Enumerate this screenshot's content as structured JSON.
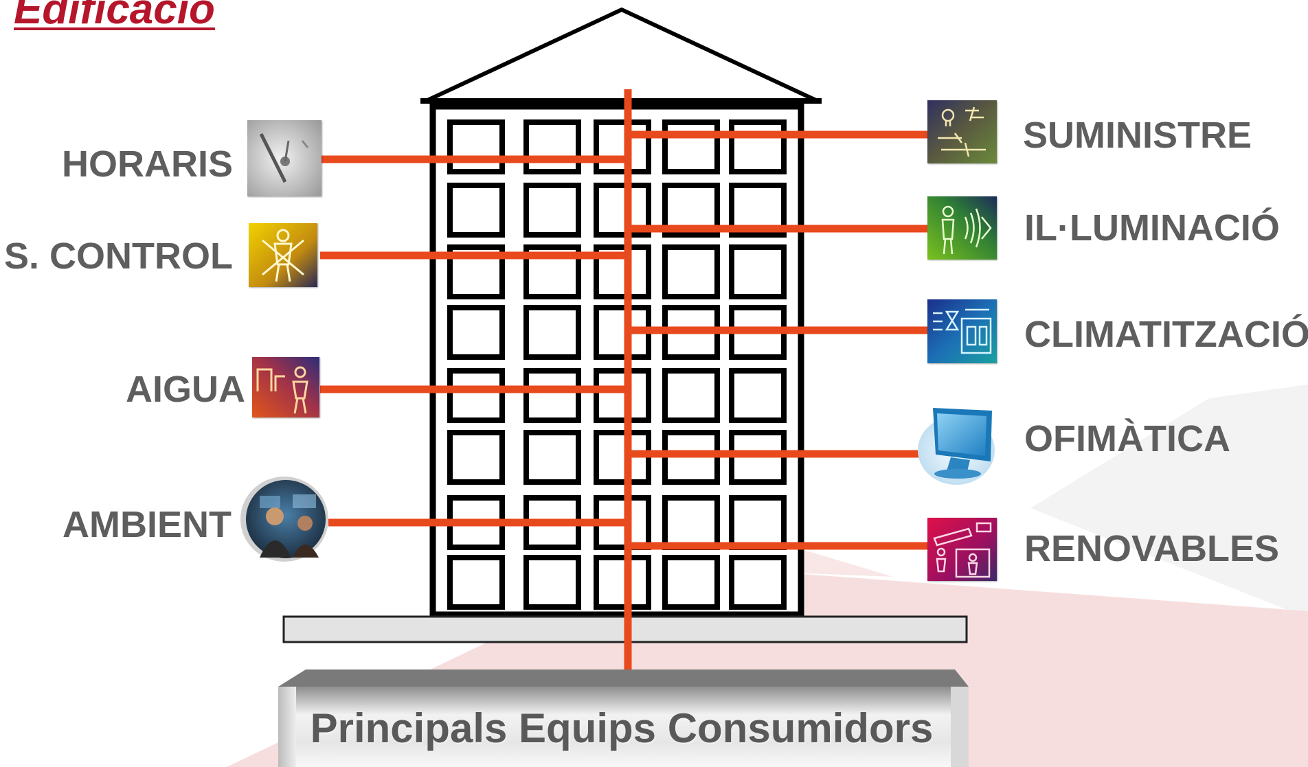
{
  "title": "Edificació",
  "left_items": [
    {
      "label": "HORARIS",
      "icon": "clock-gauge-icon"
    },
    {
      "label": "S. CONTROL",
      "icon": "access-control-icon"
    },
    {
      "label": "AIGUA",
      "icon": "water-person-icon"
    },
    {
      "label": "AMBIENT",
      "icon": "people-photo-icon"
    }
  ],
  "right_items": [
    {
      "label": "SUMINISTRE",
      "icon": "electrical-supply-icon"
    },
    {
      "label": "IL·LUMINACIÓ",
      "icon": "lighting-sensor-icon"
    },
    {
      "label": "CLIMATITZACIÓ",
      "icon": "hvac-icon"
    },
    {
      "label": "OFIMÀTICA",
      "icon": "computer-monitor-icon"
    },
    {
      "label": "RENOVABLES",
      "icon": "solar-panel-icon"
    }
  ],
  "base_label": "Principals Equips Consumidors",
  "colors": {
    "connector": "#e8491d",
    "title": "#b5162b",
    "label": "#5e5e5e",
    "building_stroke": "#000000",
    "background_shape": "#f2d4d4"
  }
}
